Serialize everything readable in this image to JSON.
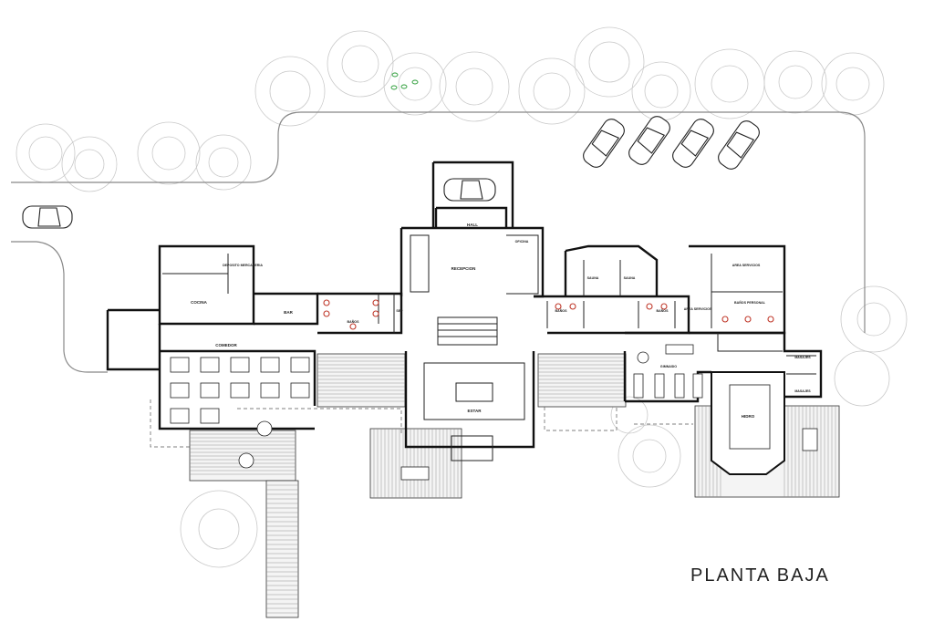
{
  "title": "PLANTA BAJA",
  "rooms": {
    "hall": "HALL",
    "recepcion": "RECEPCION",
    "oficina": "OFICINA",
    "deposito": "DEPOSITO MERCADERIA",
    "cocina": "COCINA",
    "bar": "BAR",
    "banos_1": "BAÑOS",
    "sep": "SEP",
    "comedor": "COMEDOR",
    "estar": "ESTAR",
    "sauna_1": "SAUNA",
    "sauna_2": "SAUNA",
    "banos_2": "BAÑOS",
    "banos_3": "BAÑOS",
    "area_servicios_1": "AREA SERVICIOS",
    "area_servicios_2": "AREA SERVICIOS",
    "banos_personal": "BAÑOS PERSONAL",
    "gimnasio": "GIMNASIO",
    "hidro": "HIDRO",
    "masajes_1": "MASAJES",
    "masajes_2": "MASAJES"
  },
  "colors": {
    "wall": "#111111",
    "tree": "#c9c9c9",
    "accent_fixture": "#c0392b",
    "plant_green": "#2e9e3a"
  }
}
